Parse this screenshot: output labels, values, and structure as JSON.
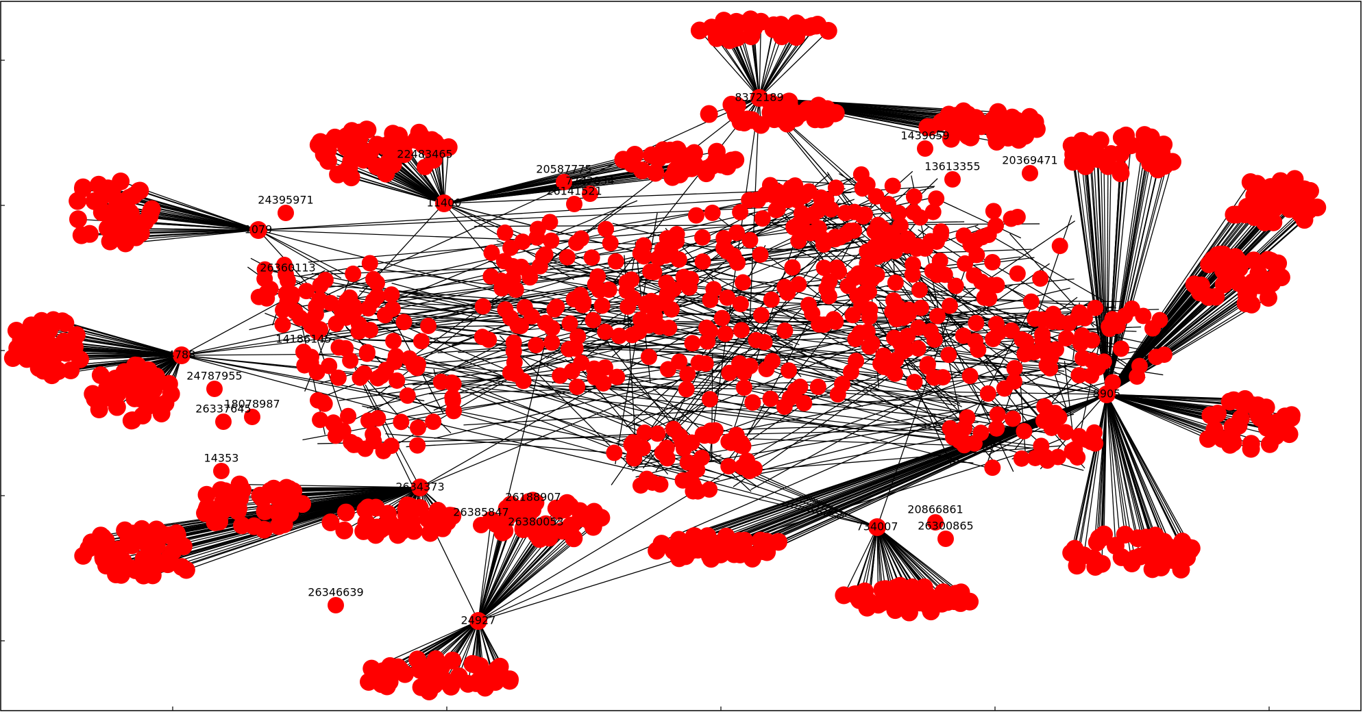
{
  "figure": {
    "type": "network-graph",
    "node_color": "#ff0000",
    "edge_color": "#000000",
    "frame_color": "#000000"
  },
  "hubs": [
    {
      "id": "hub-top",
      "label": "8372189"
    },
    {
      "id": "hub-left",
      "label": "1079"
    },
    {
      "id": "hub-far-left",
      "label": "4788"
    },
    {
      "id": "hub-upper-left",
      "label": "11400"
    },
    {
      "id": "hub-bottom",
      "label": "24927"
    },
    {
      "id": "hub-bottom-right",
      "label": "734007"
    },
    {
      "id": "hub-lower-left",
      "label": "2634373"
    },
    {
      "id": "hub-right",
      "label": "8905"
    }
  ],
  "labels": [
    {
      "id": "l1",
      "label": "24395971"
    },
    {
      "id": "l2",
      "label": "22483465"
    },
    {
      "id": "l3",
      "label": "20587775"
    },
    {
      "id": "l4",
      "label": "26141521"
    },
    {
      "id": "l5",
      "label": "1439659"
    },
    {
      "id": "l6",
      "label": "13613355"
    },
    {
      "id": "l7",
      "label": "20369471"
    },
    {
      "id": "l8",
      "label": "26360113"
    },
    {
      "id": "l9",
      "label": "14186145"
    },
    {
      "id": "l10",
      "label": "24787955"
    },
    {
      "id": "l11",
      "label": "18078987"
    },
    {
      "id": "l12",
      "label": "26337645"
    },
    {
      "id": "l13",
      "label": "26188907"
    },
    {
      "id": "l14",
      "label": "26385847"
    },
    {
      "id": "l15",
      "label": "26346639"
    },
    {
      "id": "l16",
      "label": "26380053"
    },
    {
      "id": "l17",
      "label": "20866861"
    },
    {
      "id": "l18",
      "label": "14353"
    },
    {
      "id": "l19",
      "label": "7722834"
    },
    {
      "id": "l20",
      "label": "26300865"
    }
  ]
}
